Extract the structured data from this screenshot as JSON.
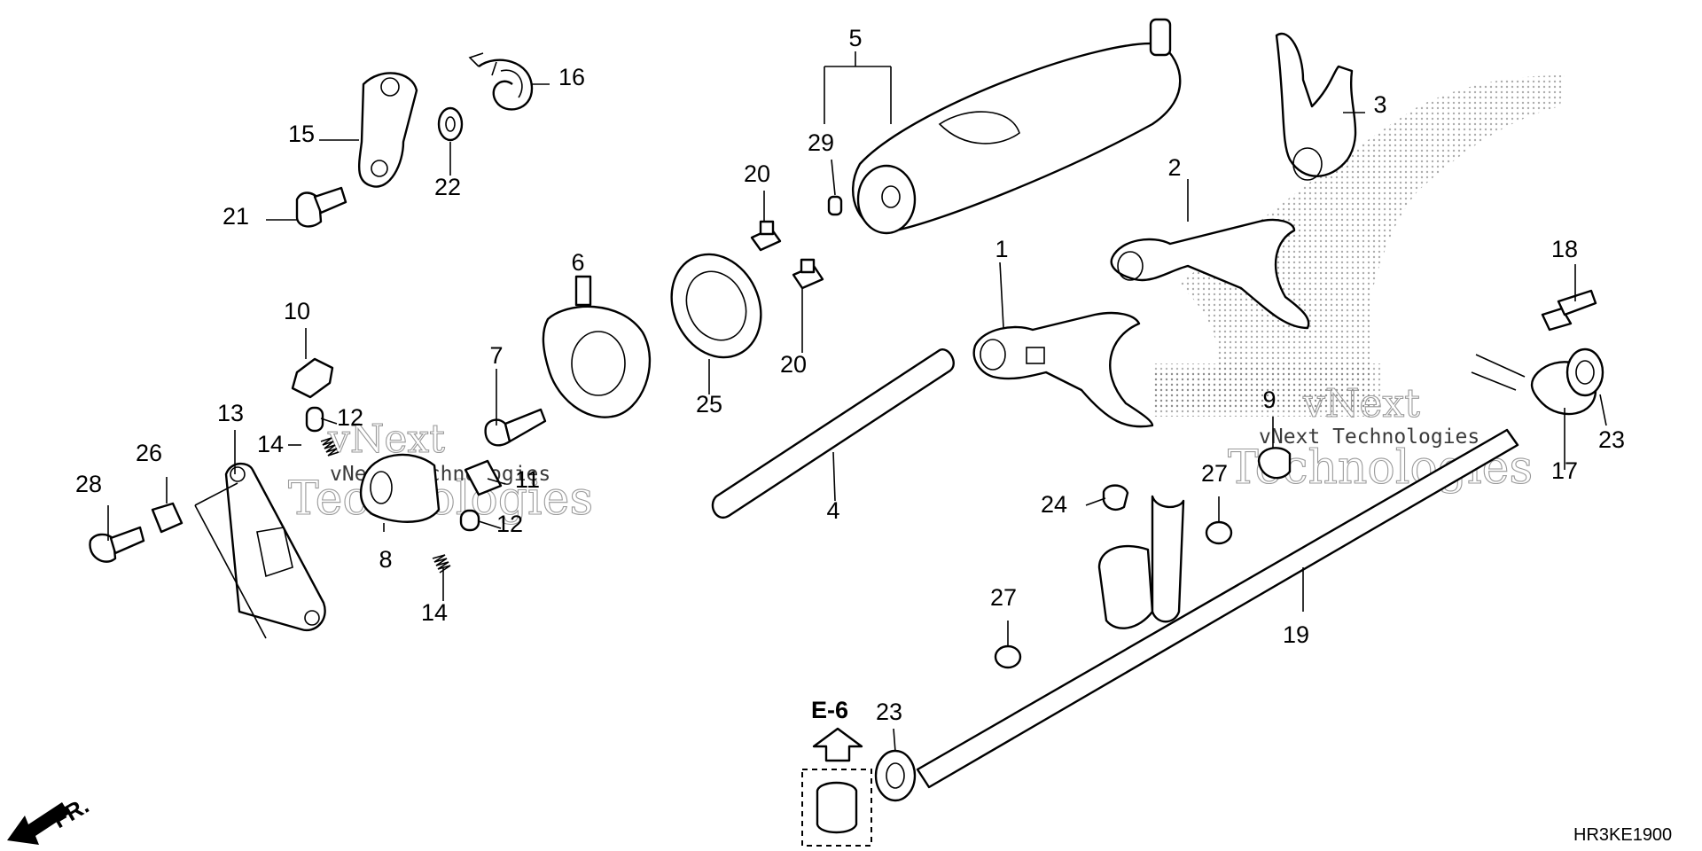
{
  "diagram": {
    "code": "HR3KE1900",
    "front_label": "FR.",
    "ref_label": "E-6",
    "watermark": {
      "line1": "vNext",
      "line2": "Technologies",
      "line3": "vNext Technologies"
    }
  },
  "callouts": [
    {
      "id": "1",
      "text": "1"
    },
    {
      "id": "2",
      "text": "2"
    },
    {
      "id": "3",
      "text": "3"
    },
    {
      "id": "4",
      "text": "4"
    },
    {
      "id": "5",
      "text": "5"
    },
    {
      "id": "6",
      "text": "6"
    },
    {
      "id": "7",
      "text": "7"
    },
    {
      "id": "8",
      "text": "8"
    },
    {
      "id": "9",
      "text": "9"
    },
    {
      "id": "10",
      "text": "10"
    },
    {
      "id": "11",
      "text": "11"
    },
    {
      "id": "12a",
      "text": "12"
    },
    {
      "id": "12b",
      "text": "12"
    },
    {
      "id": "13",
      "text": "13"
    },
    {
      "id": "14a",
      "text": "14"
    },
    {
      "id": "14b",
      "text": "14"
    },
    {
      "id": "15",
      "text": "15"
    },
    {
      "id": "16",
      "text": "16"
    },
    {
      "id": "17",
      "text": "17"
    },
    {
      "id": "18",
      "text": "18"
    },
    {
      "id": "19",
      "text": "19"
    },
    {
      "id": "20a",
      "text": "20"
    },
    {
      "id": "20b",
      "text": "20"
    },
    {
      "id": "21",
      "text": "21"
    },
    {
      "id": "22",
      "text": "22"
    },
    {
      "id": "23a",
      "text": "23"
    },
    {
      "id": "23b",
      "text": "23"
    },
    {
      "id": "24",
      "text": "24"
    },
    {
      "id": "25",
      "text": "25"
    },
    {
      "id": "26",
      "text": "26"
    },
    {
      "id": "27a",
      "text": "27"
    },
    {
      "id": "27b",
      "text": "27"
    },
    {
      "id": "28",
      "text": "28"
    },
    {
      "id": "29",
      "text": "29"
    }
  ]
}
